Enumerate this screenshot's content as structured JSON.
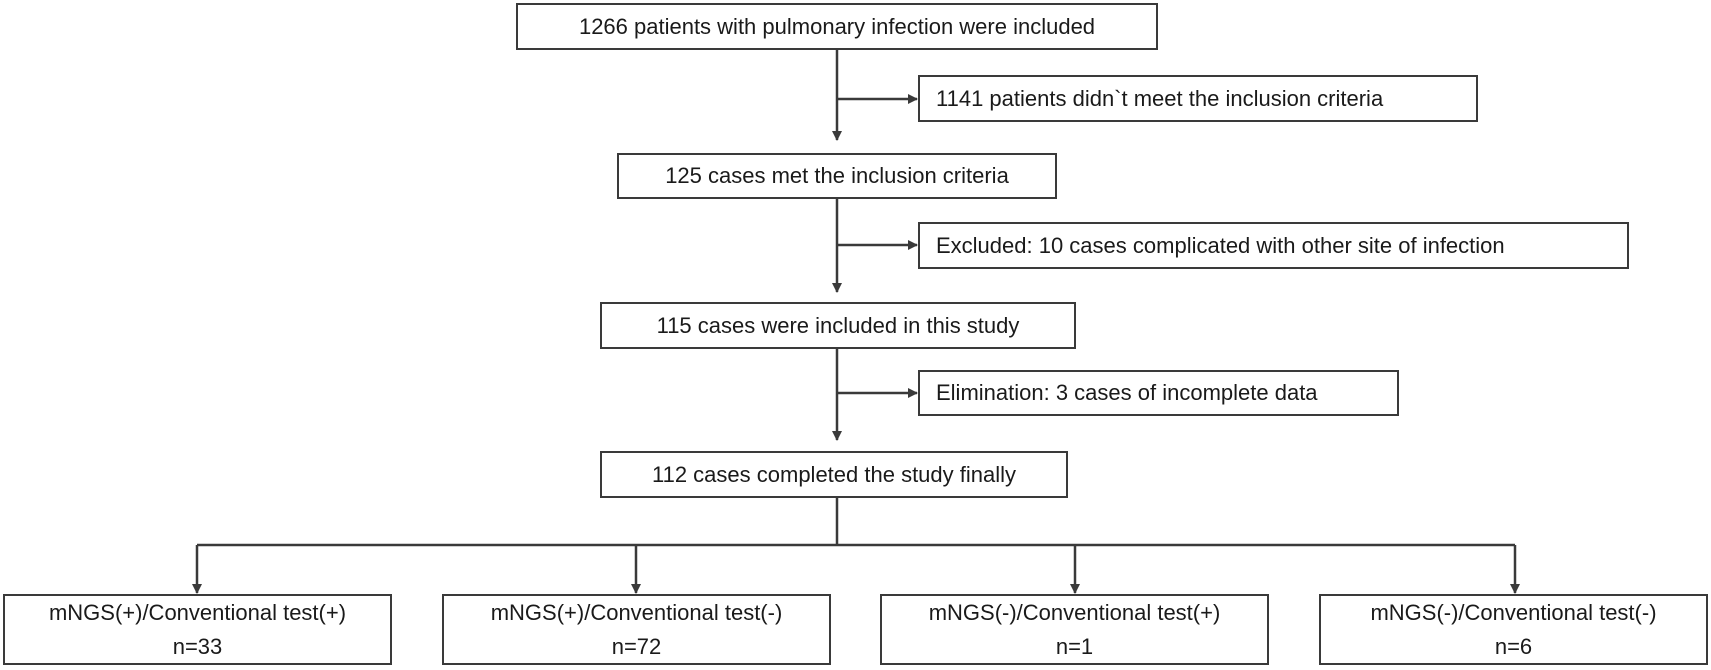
{
  "flowchart": {
    "main_steps": [
      "1266 patients with pulmonary infection were included",
      "125 cases met the inclusion criteria",
      "115 cases were included in this study",
      "112 cases completed the study finally"
    ],
    "side_exclusions": [
      "1141 patients didn`t meet the inclusion criteria",
      "Excluded: 10 cases complicated with other site of infection",
      "Elimination: 3 cases of incomplete data"
    ],
    "outcome_groups": [
      {
        "label": "mNGS(+)/Conventional test(+)",
        "count": "n=33"
      },
      {
        "label": "mNGS(+)/Conventional test(-)",
        "count": "n=72"
      },
      {
        "label": "mNGS(-)/Conventional test(+)",
        "count": "n=1"
      },
      {
        "label": "mNGS(-)/Conventional test(-)",
        "count": "n=6"
      }
    ]
  }
}
